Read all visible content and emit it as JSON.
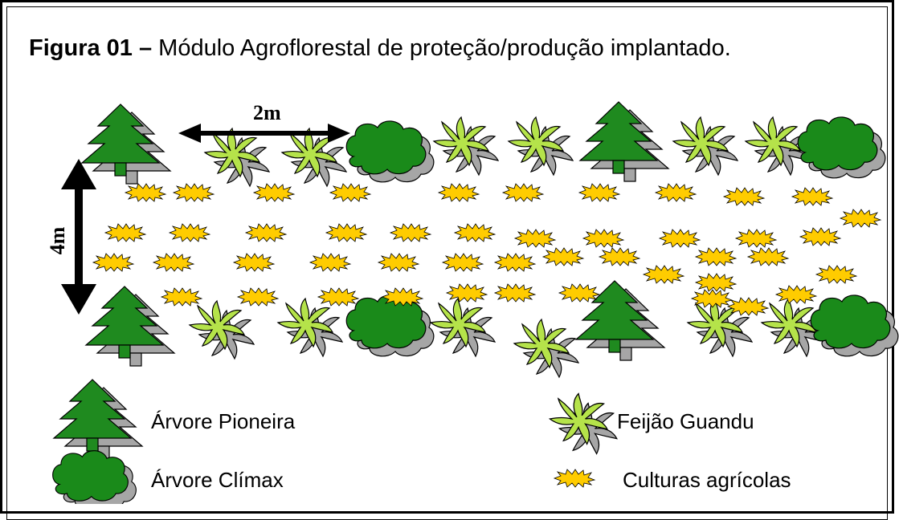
{
  "caption": {
    "prefix": "Figura 01 –",
    "text": " Módulo Agroflorestal de proteção/produção implantado."
  },
  "dimensions": {
    "width_label": "2m",
    "height_label": "4m"
  },
  "legend": {
    "pioneer_tree": "Árvore Pioneira",
    "climax_tree": "Árvore Clímax",
    "pigeon_pea": "Feijão Guandu",
    "crops": "Culturas agrícolas"
  },
  "colors": {
    "tree_green": "#1f8a1f",
    "climax_green": "#1a8a1a",
    "guandu_green": "#b5e34a",
    "crop_yellow": "#ffcc00",
    "shadow": "#a6a6a6"
  }
}
